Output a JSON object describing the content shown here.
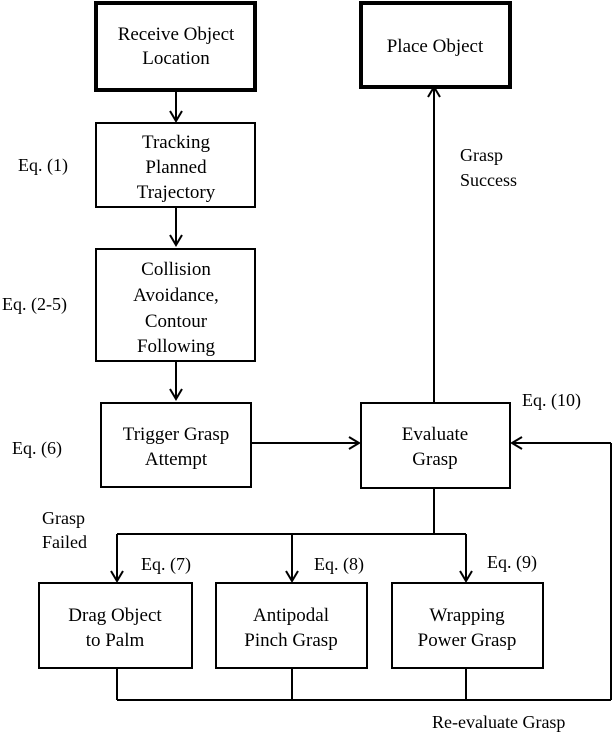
{
  "nodes": {
    "receive": [
      "Receive Object",
      "Location"
    ],
    "tracking": [
      "Tracking",
      "Planned",
      "Trajectory"
    ],
    "collision": [
      "Collision",
      "Avoidance,",
      "Contour",
      "Following"
    ],
    "trigger": [
      "Trigger Grasp",
      "Attempt"
    ],
    "evaluate": [
      "Evaluate",
      "Grasp"
    ],
    "place": [
      "Place Object"
    ],
    "drag": [
      "Drag Object",
      "to Palm"
    ],
    "pinch": [
      "Antipodal",
      "Pinch Grasp"
    ],
    "wrap": [
      "Wrapping",
      "Power Grasp"
    ]
  },
  "equations": {
    "eq1": "Eq. (1)",
    "eq2_5": "Eq. (2-5)",
    "eq6": "Eq. (6)",
    "eq7": "Eq. (7)",
    "eq8": "Eq. (8)",
    "eq9": "Eq. (9)",
    "eq10": "Eq. (10)"
  },
  "edge_labels": {
    "success": [
      "Grasp",
      "Success"
    ],
    "failed": [
      "Grasp",
      "Failed"
    ],
    "reevaluate": "Re-evaluate Grasp"
  }
}
